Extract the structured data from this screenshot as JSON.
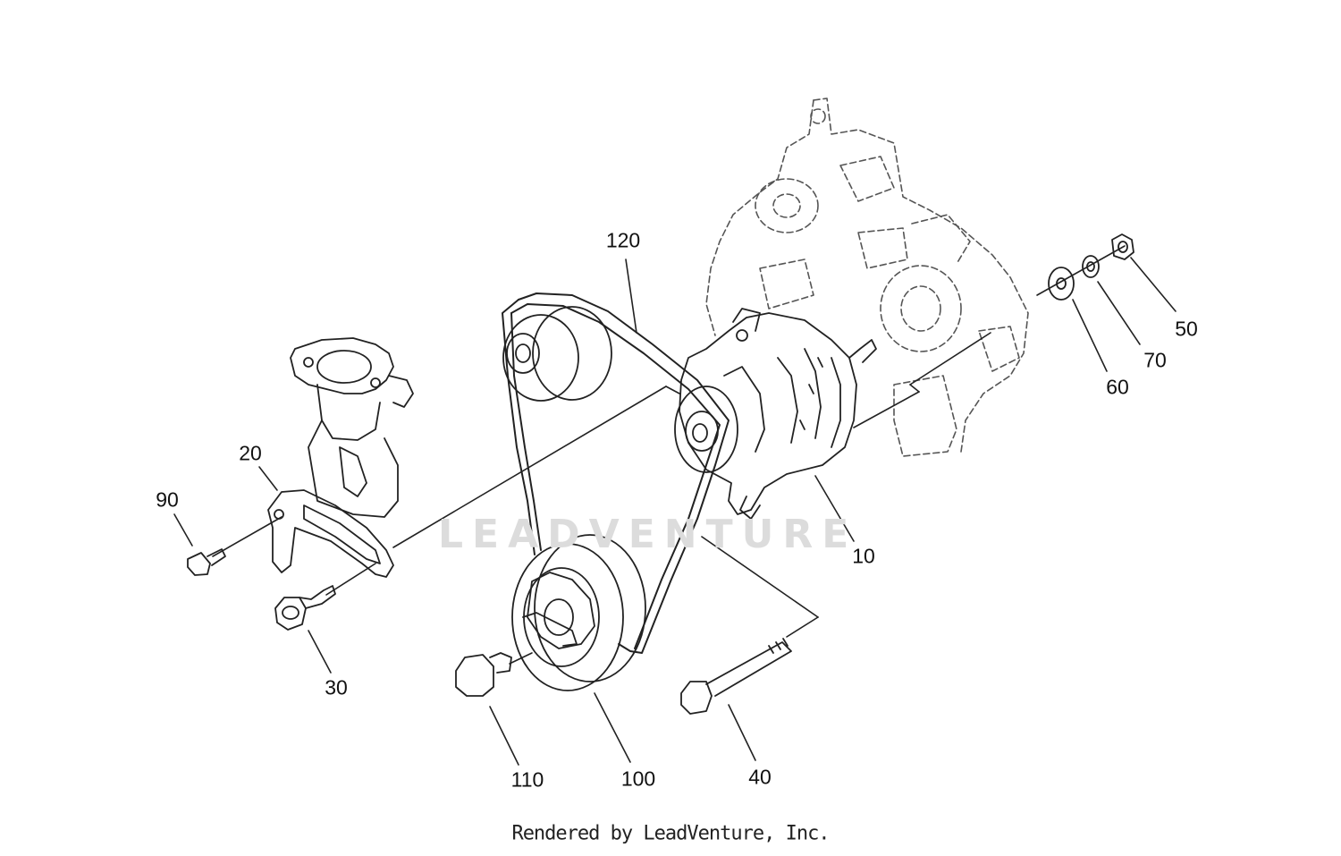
{
  "diagram": {
    "watermark": "LEADVENTURE",
    "footer": "Rendered by LeadVenture, Inc.",
    "callouts": {
      "c120": "120",
      "c20": "20",
      "c90": "90",
      "c30": "30",
      "c110": "110",
      "c100": "100",
      "c40": "40",
      "c10": "10",
      "c60": "60",
      "c70": "70",
      "c50": "50"
    }
  }
}
